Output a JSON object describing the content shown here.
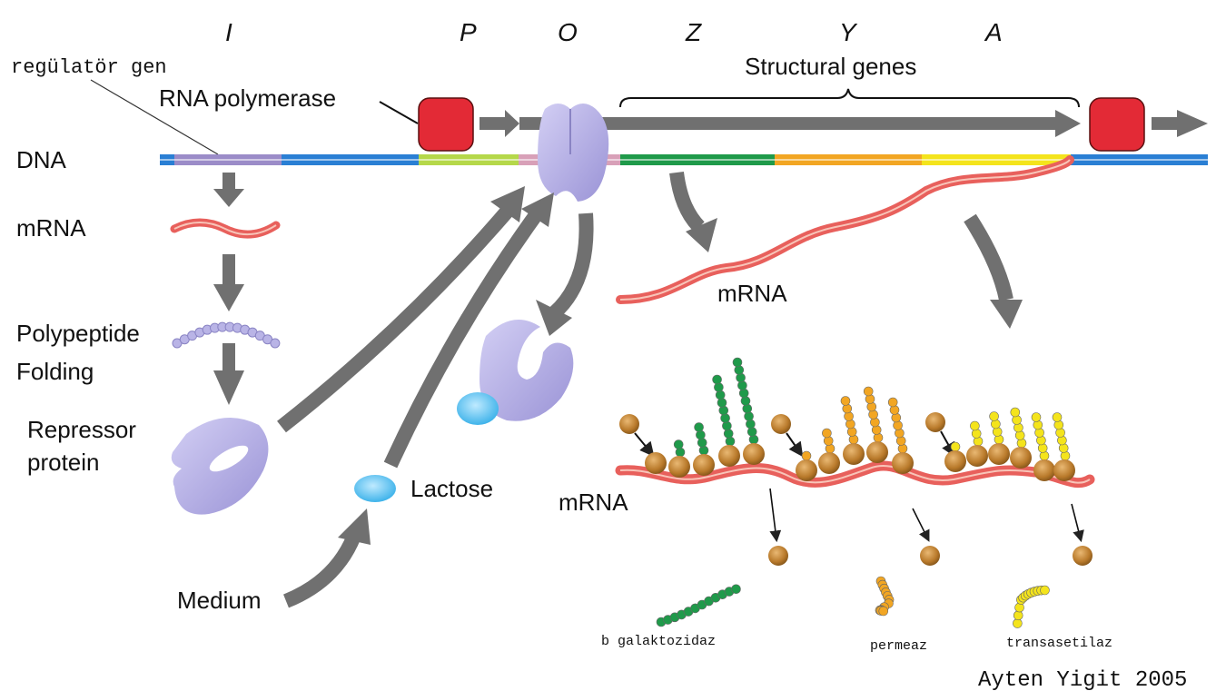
{
  "title": "Lac operon regulation",
  "gene_letters": [
    "I",
    "P",
    "O",
    "Z",
    "Y",
    "A"
  ],
  "labels": {
    "regulator_gene": "regülatör gen",
    "rna_polymerase": "RNA polymerase",
    "structural_genes": "Structural genes",
    "dna": "DNA",
    "mrna_left": "mRNA",
    "polypeptide": "Polypeptide",
    "folding": "Folding",
    "repressor_line1": "Repressor",
    "repressor_line2": "protein",
    "lactose": "Lactose",
    "medium": "Medium",
    "mrna_middle": "mRNA",
    "mrna_bottom": "mRNA"
  },
  "products": [
    {
      "name": "b galaktozidaz",
      "color": "#1f9a4a"
    },
    {
      "name": "permeaz",
      "color": "#f2a623"
    },
    {
      "name": "transasetilaz",
      "color": "#f4e41c"
    }
  ],
  "author": "Ayten Yigit 2005",
  "colors": {
    "dna_blue": "#2a7fd4",
    "regulator": "#9b8cc8",
    "promoter": "#b5d84a",
    "operator": "#d8a0b8",
    "gene_z": "#1f9a4a",
    "gene_y": "#f2a623",
    "gene_a": "#f4e41c",
    "polymerase": "#e32a36",
    "repressor": "#b9b4e6",
    "lactose": "#5cc4ef",
    "mrna": "#e8605c",
    "ribosome": "#b97a2b",
    "arrow": "#707070"
  }
}
